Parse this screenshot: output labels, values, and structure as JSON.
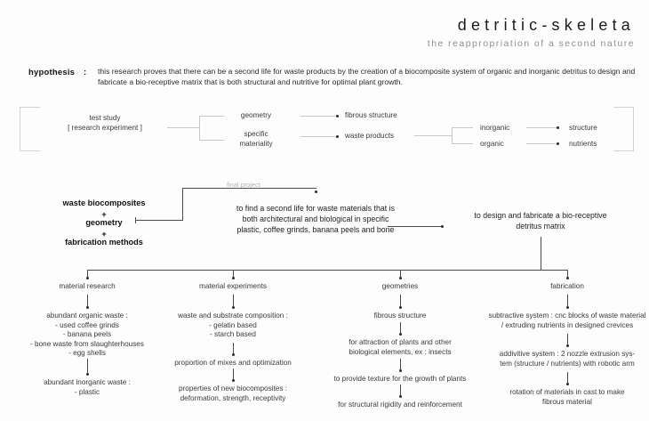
{
  "header": {
    "title": "detritic-skeleta",
    "subtitle": "the reappropriation of a second nature"
  },
  "hypothesis": {
    "label": "hypothesis",
    "colon": ":",
    "text": "this research proves that there can be a second life for waste products by the creation of a biocomposite system of organic and inorganic detritus to design and fabricate a bio-receptive matrix that is both structural and nutritive for optimal plant growth."
  },
  "upper_diagram": {
    "source": {
      "line1": "test study",
      "line2": "[ research experiment ]"
    },
    "branches": [
      {
        "label": "geometry",
        "result": "fibrous structure"
      },
      {
        "label_line1": "specific",
        "label_line2": "materiality",
        "result": "waste products"
      }
    ],
    "waste_split": [
      {
        "type": "inorganic",
        "role": "structure"
      },
      {
        "type": "organic",
        "role": "nutrients"
      }
    ]
  },
  "middle": {
    "final_project_tag": "final project",
    "inputs": {
      "item1": "waste biocomposites",
      "plus1": "+",
      "item2": "geometry",
      "plus2": "+",
      "item3": "fabrication methods"
    },
    "goal": {
      "line1": "to find a second life for waste materials that is",
      "line2": "both architectural and biological in specific",
      "line3": "plastic, coffee grinds, banana peels and bone"
    },
    "outcome": {
      "line1": "to design and fabricate a bio-receptive",
      "line2": "detritus matrix"
    }
  },
  "columns": [
    {
      "heading": "material research",
      "steps": [
        {
          "lines": [
            "abundant organic waste :",
            "- used coffee grinds",
            "- banana peels",
            "- bone waste from slaughterhouses",
            "- egg shells"
          ]
        },
        {
          "lines": [
            "abundant inorganic waste :",
            "- plastic"
          ]
        }
      ]
    },
    {
      "heading": "material experiments",
      "steps": [
        {
          "lines": [
            "waste and substrate composition :",
            "- gelatin based",
            "- starch based"
          ]
        },
        {
          "lines": [
            "proportion of mixes and optimization"
          ]
        },
        {
          "lines": [
            "properties of new biocomposites :",
            "deformation, strength, receptivity"
          ]
        }
      ]
    },
    {
      "heading": "geometries",
      "steps": [
        {
          "lines": [
            "fibrous structure"
          ]
        },
        {
          "lines": [
            "for attraction of plants and other",
            "biological elements, ex : insects"
          ]
        },
        {
          "lines": [
            "to provide texture for the growth of plants"
          ]
        },
        {
          "lines": [
            "for structural rigidity and reinforcement"
          ]
        }
      ]
    },
    {
      "heading": "fabrication",
      "steps": [
        {
          "lines": [
            "subtractive system : cnc blocks of waste material",
            "/ extruding nutrients in designed crevices"
          ]
        },
        {
          "lines": [
            "addivitive system : 2 nozzle extrusion sys-",
            "tem (structure / nutrients) with robotic arm"
          ]
        },
        {
          "lines": [
            "rotation of materials in cast to make",
            "fibrous material"
          ]
        }
      ]
    }
  ],
  "colors": {
    "background": "#fdfdfd",
    "ink": "#2a2a2a",
    "line": "#9a9a9a",
    "pale_line": "#c9c9c9",
    "muted_text": "#b3b3b3"
  }
}
